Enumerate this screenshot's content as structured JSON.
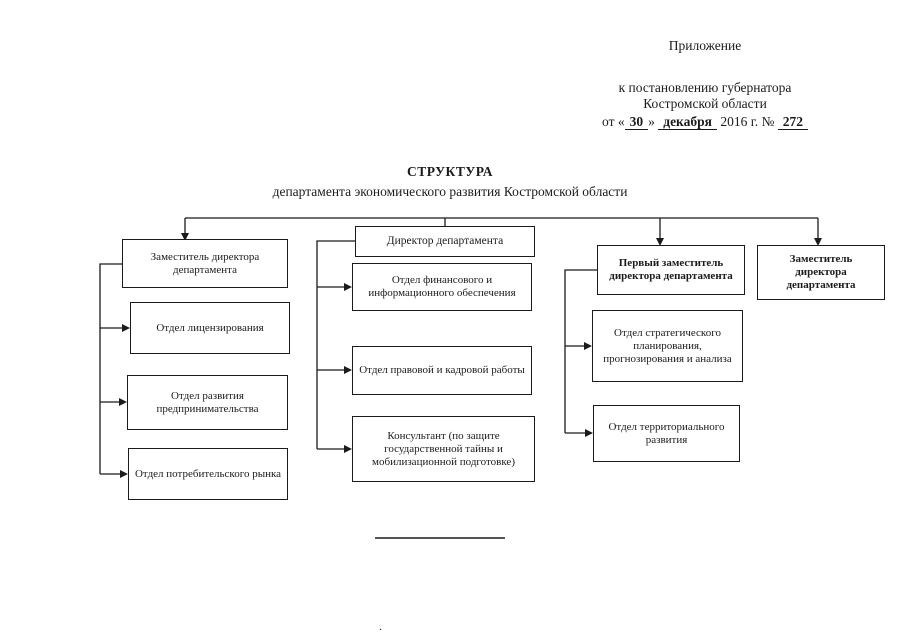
{
  "page": {
    "appendix_label": "Приложение",
    "decree_line1": "к постановлению губернатора",
    "decree_line2": "Костромской области",
    "date_prefix": "от «",
    "date_day": "30",
    "date_close": "»",
    "date_month": "декабря",
    "date_tail": "2016 г. №",
    "date_number": "272",
    "title1": "СТРУКТУРА",
    "title2": "департамента экономического развития Костромской области",
    "stray_mark": "."
  },
  "org": {
    "director": "Директор департамента",
    "deputy_left": "Заместитель директора департамента",
    "left_children": [
      "Отдел лицензирования",
      "Отдел развития предпринимательства",
      "Отдел потребительского рынка"
    ],
    "center_children": [
      "Отдел финансового и информационного обеспечения",
      "Отдел правовой и кадровой работы",
      "Консультант (по защите государственной тайны и мобилизационной подготовке)"
    ],
    "first_deputy": "Первый заместитель директора департамента",
    "right_children": [
      "Отдел стратегического планирования, прогнозирования и анализа",
      "Отдел территориального развития"
    ],
    "deputy_right": "Заместитель директора департамента"
  },
  "colors": {
    "ink": "#1b1b1b",
    "paper": "#ffffff"
  }
}
